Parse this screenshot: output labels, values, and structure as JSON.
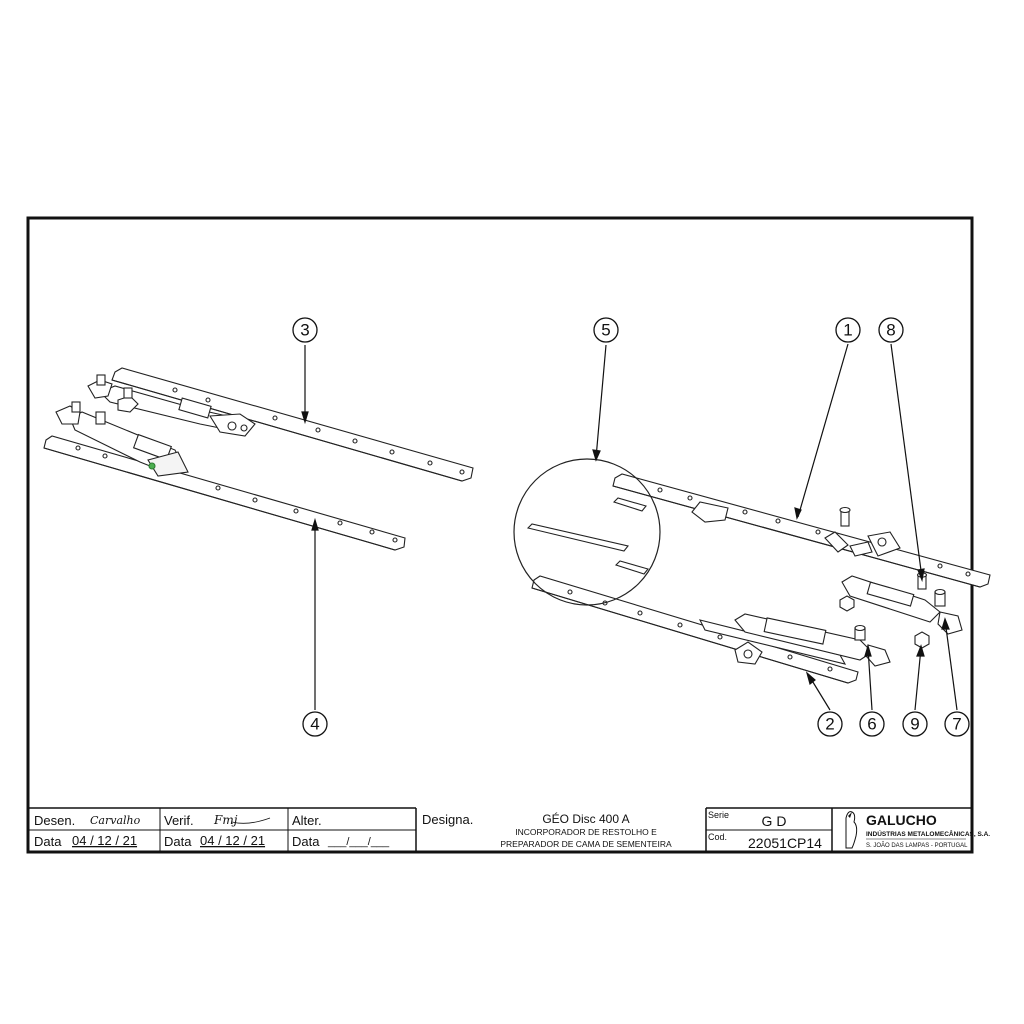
{
  "drawing": {
    "callouts": [
      "1",
      "2",
      "3",
      "4",
      "5",
      "6",
      "7",
      "8",
      "9"
    ]
  },
  "title_block": {
    "drawn_label": "Desen.",
    "drawn_signature": "Carvalho",
    "checked_label": "Verif.",
    "checked_signature": "Fmj",
    "altered_label": "Alter.",
    "date_label": "Data",
    "drawn_date": "04 / 12 / 21",
    "checked_date": "04 / 12 / 21",
    "altered_date": "___/___/___",
    "designation_label": "Designa.",
    "product_name": "GÉO Disc 400 A",
    "product_desc_1": "INCORPORADOR DE RESTOLHO E",
    "product_desc_2": "PREPARADOR DE CAMA DE SEMENTEIRA",
    "series_label": "Serie",
    "series_value": "G D",
    "code_label": "Cod.",
    "code_value": "22051CP14",
    "company_name": "GALUCHO",
    "company_sub": "INDÚSTRIAS METALOMECÂNICAS, S.A.",
    "company_location": "S. JOÃO DAS LAMPAS - PORTUGAL"
  }
}
